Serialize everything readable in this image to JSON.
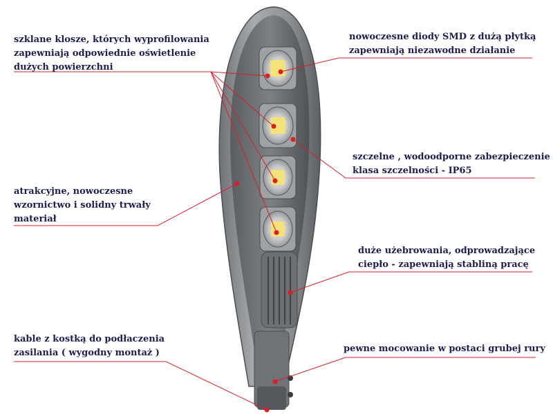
{
  "colors": {
    "leader_line": "#d8202a",
    "label_text": "#1d1d4e",
    "lamp_body": "#8a8d90",
    "lamp_dark": "#55585c",
    "led_chip": "#f3e27a"
  },
  "annotations": {
    "glass_lenses": {
      "lines": [
        "szklane klosze, których wyprofilowania",
        "zapewniają odpowiednie oświetlenie",
        "dużych powierzchni"
      ]
    },
    "smd_diodes": {
      "lines": [
        "nowoczesne diody SMD z dużą płytką",
        "zapewniają niezawodne działanie"
      ]
    },
    "waterproof": {
      "lines": [
        "szczelne , wodoodporne zabezpieczenie",
        "klasa szczelności - IP65"
      ]
    },
    "design": {
      "lines": [
        "atrakcyjne, nowoczesne",
        "wzornictwo i solidny trwały",
        "materiał"
      ]
    },
    "cooling_fins": {
      "lines": [
        "duże użebrowania, odprowadzające",
        "ciepło - zapewniają stabliną pracę"
      ]
    },
    "cables": {
      "lines": [
        "kable z kostką do podłaczenia",
        "zasilania ( wygodny montaż )"
      ]
    },
    "mounting": {
      "lines": [
        "pewne mocowanie w postaci grubej rury"
      ]
    }
  }
}
